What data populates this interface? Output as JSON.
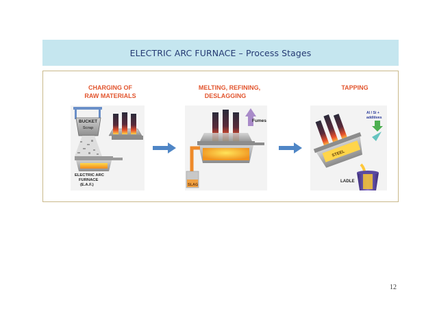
{
  "title": "ELECTRIC ARC FURNACE – Process Stages",
  "stages": [
    {
      "label_line1": "CHARGING OF",
      "label_line2": "RAW MATERIALS",
      "bucket": "BUCKET",
      "scrap": "Scrap",
      "furnace_line1": "ELECTRIC ARC",
      "furnace_line2": "FURNACE",
      "furnace_line3": "(E.A.F.)"
    },
    {
      "label_line1": "MELTING, REFINING,",
      "label_line2": "DESLAGGING",
      "fumes": "Fumes",
      "slag": "SLAG"
    },
    {
      "label_line1": "TAPPING",
      "additives_line1": "Al / Si +",
      "additives_line2": "additives",
      "steel": "STEEL",
      "ladle": "LADLE"
    }
  ],
  "colors": {
    "title_bg": "#c5e6ef",
    "title_text": "#243a73",
    "label": "#e2552e",
    "frame": "#c9b98a",
    "arrow": "#4f86c6"
  },
  "page_number": "12"
}
